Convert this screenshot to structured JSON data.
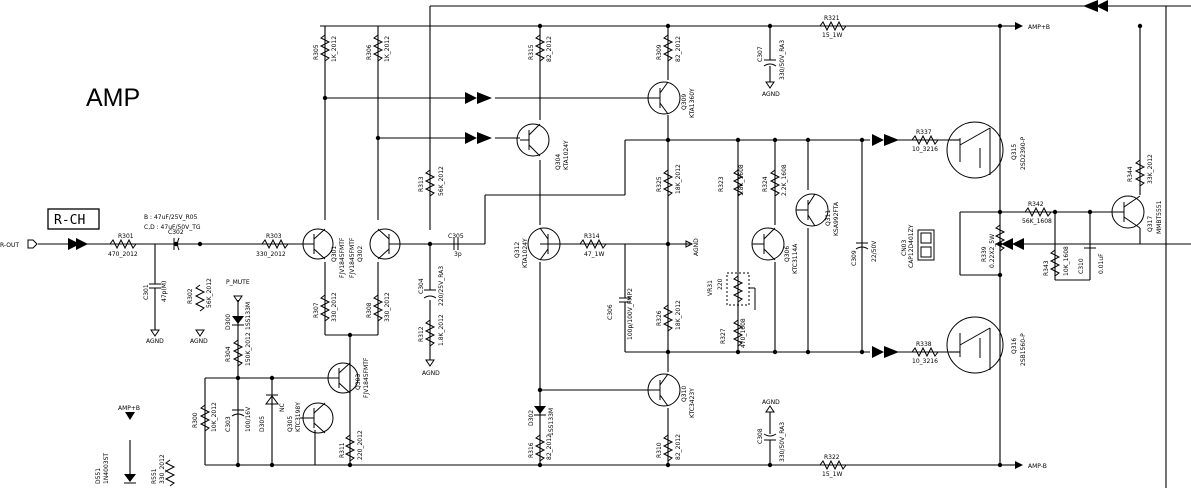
{
  "title": "AMP",
  "channel_tag": "R-CH",
  "input_label": "R-OUT",
  "cap_note": [
    "B : 47uF/25V_R05",
    "C,D : 47uF/50V_TG"
  ],
  "nets": {
    "amp_pos": "AMP+B",
    "amp_neg": "AMP-B",
    "agnd": "AGND",
    "p_mute": "P_MUTE"
  },
  "components": [
    {
      "ref": "R301",
      "value": "470_2012"
    },
    {
      "ref": "C301",
      "value": "47p(M)"
    },
    {
      "ref": "C302",
      "value": ""
    },
    {
      "ref": "R302",
      "value": "56K_2012"
    },
    {
      "ref": "R303",
      "value": "330_2012"
    },
    {
      "ref": "R305",
      "value": "1K_2012"
    },
    {
      "ref": "R306",
      "value": "1K_2012"
    },
    {
      "ref": "Q301",
      "value": "FJV1845FMTF"
    },
    {
      "ref": "Q302",
      "value": "FJV1845FMTF"
    },
    {
      "ref": "R307",
      "value": "330_2012"
    },
    {
      "ref": "R308",
      "value": "330_2012"
    },
    {
      "ref": "D300",
      "value": "1SS133M"
    },
    {
      "ref": "R304",
      "value": "150K_2012"
    },
    {
      "ref": "Q303",
      "value": "FJV1845FMTF"
    },
    {
      "ref": "R300",
      "value": "10K_2012"
    },
    {
      "ref": "C303",
      "value": "100/16V"
    },
    {
      "ref": "D305",
      "value": "NC"
    },
    {
      "ref": "Q305",
      "value": "KTC3198Y"
    },
    {
      "ref": "R311",
      "value": "220_2012"
    },
    {
      "ref": "R313",
      "value": "56K_2012"
    },
    {
      "ref": "C305",
      "value": "3p"
    },
    {
      "ref": "C304",
      "value": "220/25V_RA3"
    },
    {
      "ref": "R312",
      "value": "1.8K_2012"
    },
    {
      "ref": "R315",
      "value": "82_2012"
    },
    {
      "ref": "Q304",
      "value": "KTA1024Y"
    },
    {
      "ref": "Q312",
      "value": "KTA1024Y"
    },
    {
      "ref": "D302",
      "value": "1SS133M"
    },
    {
      "ref": "R316",
      "value": "82_2012"
    },
    {
      "ref": "R314",
      "value": "47_1W"
    },
    {
      "ref": "R309",
      "value": "82_2012"
    },
    {
      "ref": "Q309",
      "value": "KTA1360Y"
    },
    {
      "ref": "R325",
      "value": "18K_2012"
    },
    {
      "ref": "C306",
      "value": "100p/100V_FMP2"
    },
    {
      "ref": "R326",
      "value": "18K_2012"
    },
    {
      "ref": "Q310",
      "value": "KTC3423Y"
    },
    {
      "ref": "R310",
      "value": "82_2012"
    },
    {
      "ref": "R323",
      "value": "1.8K_1608"
    },
    {
      "ref": "R324",
      "value": "2.2K_1608"
    },
    {
      "ref": "VR31",
      "value": "220"
    },
    {
      "ref": "R327",
      "value": "470_1608"
    },
    {
      "ref": "Q306",
      "value": "KTC3114A"
    },
    {
      "ref": "Q311",
      "value": "KSA992FTA"
    },
    {
      "ref": "R321",
      "value": "15_1W"
    },
    {
      "ref": "C307",
      "value": "330/50V_RA3"
    },
    {
      "ref": "C308",
      "value": "330/50V_RA3"
    },
    {
      "ref": "R322",
      "value": "15_1W"
    },
    {
      "ref": "C309",
      "value": "22/50V"
    },
    {
      "ref": "R337",
      "value": "10_3216"
    },
    {
      "ref": "Q315",
      "value": "2SD2390-P"
    },
    {
      "ref": "R338",
      "value": "10_3216"
    },
    {
      "ref": "Q316",
      "value": "2SB1560-P"
    },
    {
      "ref": "R339",
      "value": "0.22X2_5W"
    },
    {
      "ref": "CN03",
      "value": "CAP12D401ZY"
    },
    {
      "ref": "R342",
      "value": "56K_1608"
    },
    {
      "ref": "R343",
      "value": "10K_1608"
    },
    {
      "ref": "C310",
      "value": "0.01uF"
    },
    {
      "ref": "R344",
      "value": "33K_2012"
    },
    {
      "ref": "Q317",
      "value": "MMBT5551"
    },
    {
      "ref": "D551",
      "value": "1N4003ST"
    },
    {
      "ref": "R551",
      "value": "330_2012"
    }
  ]
}
